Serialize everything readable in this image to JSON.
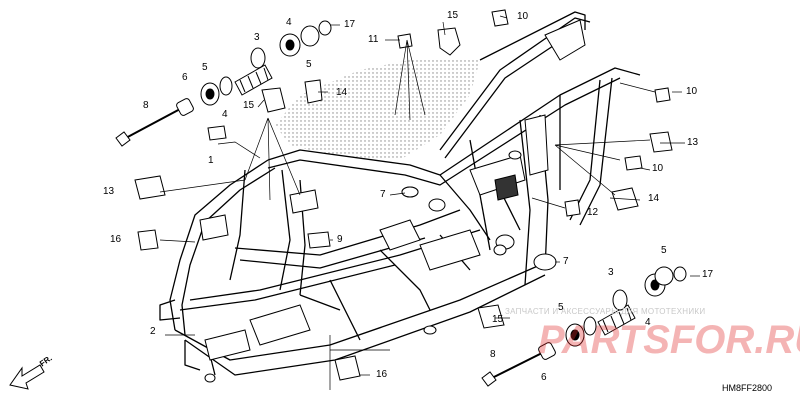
{
  "diagram_code": "HM8FF2800",
  "direction_label": "FR.",
  "watermark": {
    "text": "ЗАПЧАСТИ И АКСЕССУАРЫ ДЛЯ МОТОТЕХНИКИ",
    "logo": "PARTSFOR.RU",
    "color": "#e02828"
  },
  "callouts": [
    {
      "id": "c3a",
      "label": "3"
    },
    {
      "id": "c4a",
      "label": "4"
    },
    {
      "id": "c15a",
      "label": "15"
    },
    {
      "id": "c17a",
      "label": "17"
    },
    {
      "id": "c10a",
      "label": "10"
    },
    {
      "id": "c11",
      "label": "11"
    },
    {
      "id": "c6a",
      "label": "6"
    },
    {
      "id": "c5a",
      "label": "5"
    },
    {
      "id": "c5b",
      "label": "5"
    },
    {
      "id": "c4b",
      "label": "4"
    },
    {
      "id": "c14a",
      "label": "14"
    },
    {
      "id": "c8a",
      "label": "8"
    },
    {
      "id": "c15b",
      "label": "15"
    },
    {
      "id": "c1",
      "label": "1"
    },
    {
      "id": "c10b",
      "label": "10"
    },
    {
      "id": "c13a",
      "label": "13"
    },
    {
      "id": "c13b",
      "label": "13"
    },
    {
      "id": "c10c",
      "label": "10"
    },
    {
      "id": "c7a",
      "label": "7"
    },
    {
      "id": "c14b",
      "label": "14"
    },
    {
      "id": "c12",
      "label": "12"
    },
    {
      "id": "c16a",
      "label": "16"
    },
    {
      "id": "c9",
      "label": "9"
    },
    {
      "id": "c5c",
      "label": "5"
    },
    {
      "id": "c7b",
      "label": "7"
    },
    {
      "id": "c3b",
      "label": "3"
    },
    {
      "id": "c17b",
      "label": "17"
    },
    {
      "id": "c15c",
      "label": "15"
    },
    {
      "id": "c5d",
      "label": "5"
    },
    {
      "id": "c4c",
      "label": "4"
    },
    {
      "id": "c2",
      "label": "2"
    },
    {
      "id": "c8b",
      "label": "8"
    },
    {
      "id": "c6b",
      "label": "6"
    },
    {
      "id": "c16b",
      "label": "16"
    }
  ]
}
